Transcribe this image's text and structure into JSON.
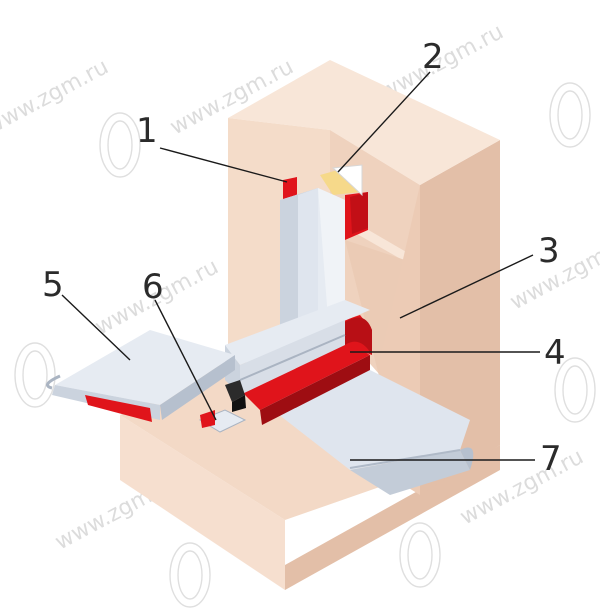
{
  "watermark": {
    "text": "www.zgm.ru",
    "color": "#d8d8d8"
  },
  "callouts": [
    {
      "id": "1",
      "label": "1"
    },
    {
      "id": "2",
      "label": "2"
    },
    {
      "id": "3",
      "label": "3"
    },
    {
      "id": "4",
      "label": "4"
    },
    {
      "id": "5",
      "label": "5"
    },
    {
      "id": "6",
      "label": "6"
    },
    {
      "id": "7",
      "label": "7"
    }
  ],
  "colors": {
    "wall_light": "#f6dfcf",
    "wall_mid": "#efd2be",
    "wall_dark": "#e3bfa8",
    "frame_light": "#e6ebf2",
    "frame_mid": "#cbd3de",
    "frame_dark": "#aab4c2",
    "seal_red": "#e0141b",
    "seal_dark": "#9e0d12",
    "foam_yellow": "#f6d98a",
    "leader": "#1a1a1a"
  }
}
